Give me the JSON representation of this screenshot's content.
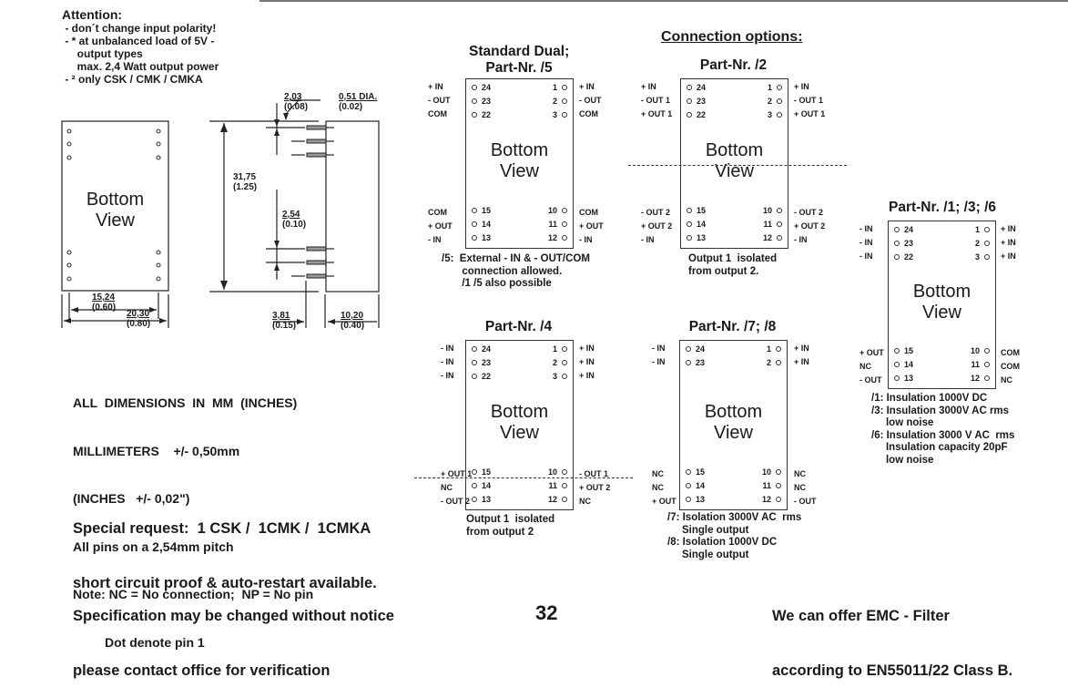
{
  "page_number": "32",
  "attention": {
    "title": "Attention:",
    "lines": [
      " - don´t change input polarity!",
      " - * at unbalanced load of 5V -",
      "     output types",
      "     max. 2,4 Watt output power",
      " - ² only CSK / CMK / CMKA"
    ]
  },
  "mechanical": {
    "bottom_view_label": [
      "Bottom",
      "View"
    ],
    "dims": {
      "pin_offset": "2,03",
      "pin_offset_in": "(0.08)",
      "pin_dia": "0,51 DIA.",
      "pin_dia_in": "(0.02)",
      "height": "31,75",
      "height_in": "(1.25)",
      "pitch": "2,54",
      "pitch_in": "(0.10)",
      "row_spacing": "15,24",
      "row_spacing_in": "(0.60)",
      "width": "20,30",
      "width_in": "(0.80)",
      "pin_length": "3,81",
      "pin_length_in": "(0.15)",
      "depth": "10,20",
      "depth_in": "(0.40)"
    }
  },
  "notes": [
    "ALL  DIMENSIONS  IN  MM  (INCHES)",
    "MILLIMETERS    +/- 0,50mm",
    "(INCHES   +/- 0,02\")",
    "All pins on a 2,54mm pitch",
    "Note: NC = No connection;  NP = No pin",
    "         Dot denote pin 1"
  ],
  "special_request": [
    "Special request:  1 CSK /  1CMK /  1CMKA",
    "short circuit proof & auto-restart available."
  ],
  "spec_notice": [
    "Specification may be changed without notice",
    "please contact office for verification"
  ],
  "emc_notice": [
    "We can offer EMC - Filter",
    "according to EN55011/22 Class B."
  ],
  "connection_options_title": "Connection  options:",
  "packages": [
    {
      "id": "p5",
      "title": "Standard Dual;\nPart-Nr. /5",
      "top_pins": [
        [
          "24",
          "1"
        ],
        [
          "23",
          "2"
        ],
        [
          "22",
          "3"
        ]
      ],
      "bottom_pins": [
        [
          "15",
          "10"
        ],
        [
          "14",
          "11"
        ],
        [
          "13",
          "12"
        ]
      ],
      "top_left": [
        "+ IN",
        "- OUT",
        "COM"
      ],
      "top_right": [
        "+ IN",
        "- OUT",
        "COM"
      ],
      "bottom_left": [
        "COM",
        "+ OUT",
        "- IN"
      ],
      "bottom_right": [
        "COM",
        "+ OUT",
        "- IN"
      ],
      "caption": "/5:  External - IN & - OUT/COM\n       connection allowed.\n       /1 /5 also possible"
    },
    {
      "id": "p2",
      "title": "Part-Nr. /2",
      "top_pins": [
        [
          "24",
          "1"
        ],
        [
          "23",
          "2"
        ],
        [
          "22",
          "3"
        ]
      ],
      "bottom_pins": [
        [
          "15",
          "10"
        ],
        [
          "14",
          "11"
        ],
        [
          "13",
          "12"
        ]
      ],
      "top_left": [
        "+ IN",
        "- OUT 1",
        "+ OUT 1"
      ],
      "top_right": [
        "+ IN",
        "- OUT 1",
        "+ OUT 1"
      ],
      "bottom_left": [
        "- OUT 2",
        "+ OUT 2",
        "- IN"
      ],
      "bottom_right": [
        "- OUT 2",
        "+ OUT 2",
        "- IN"
      ],
      "caption": "Output 1  isolated\nfrom output 2."
    },
    {
      "id": "p136",
      "title": "Part-Nr. /1; /3; /6",
      "top_pins": [
        [
          "24",
          "1"
        ],
        [
          "23",
          "2"
        ],
        [
          "22",
          "3"
        ]
      ],
      "bottom_pins": [
        [
          "15",
          "10"
        ],
        [
          "14",
          "11"
        ],
        [
          "13",
          "12"
        ]
      ],
      "top_left": [
        "- IN",
        "- IN",
        "- IN"
      ],
      "top_right": [
        "+ IN",
        "+ IN",
        "+ IN"
      ],
      "bottom_left": [
        "+ OUT",
        "NC",
        "- OUT"
      ],
      "bottom_right": [
        "COM",
        "COM",
        "NC"
      ],
      "caption": "/1: Insulation 1000V DC\n/3: Insulation 3000V AC rms\n     low noise\n/6: Insulation 3000 V AC  rms\n     Insulation capacity 20pF\n     low noise"
    },
    {
      "id": "p4",
      "title": "Part-Nr. /4",
      "top_pins": [
        [
          "24",
          "1"
        ],
        [
          "23",
          "2"
        ],
        [
          "22",
          "3"
        ]
      ],
      "bottom_pins": [
        [
          "15",
          "10"
        ],
        [
          "14",
          "11"
        ],
        [
          "13",
          "12"
        ]
      ],
      "top_left": [
        "- IN",
        "- IN",
        "- IN"
      ],
      "top_right": [
        "+ IN",
        "+ IN",
        "+ IN"
      ],
      "bottom_left": [
        "+ OUT 1",
        "NC",
        "- OUT 2"
      ],
      "bottom_right": [
        "- OUT 1",
        "+ OUT 2",
        "NC"
      ],
      "caption": "Output 1  isolated\nfrom output 2"
    },
    {
      "id": "p78",
      "title": "Part-Nr. /7; /8",
      "top_pins": [
        [
          "24",
          "1"
        ],
        [
          "23",
          "2"
        ]
      ],
      "bottom_pins": [
        [
          "15",
          "10"
        ],
        [
          "14",
          "11"
        ],
        [
          "13",
          "12"
        ]
      ],
      "top_left": [
        "- IN",
        "- IN"
      ],
      "top_right": [
        "+ IN",
        "+ IN"
      ],
      "bottom_left": [
        "NC",
        "NC",
        "+ OUT"
      ],
      "bottom_right": [
        "NC",
        "NC",
        "- OUT"
      ],
      "caption": "/7: Isolation 3000V AC  rms\n     Single output\n/8: Isolation 1000V DC\n     Single output"
    }
  ]
}
